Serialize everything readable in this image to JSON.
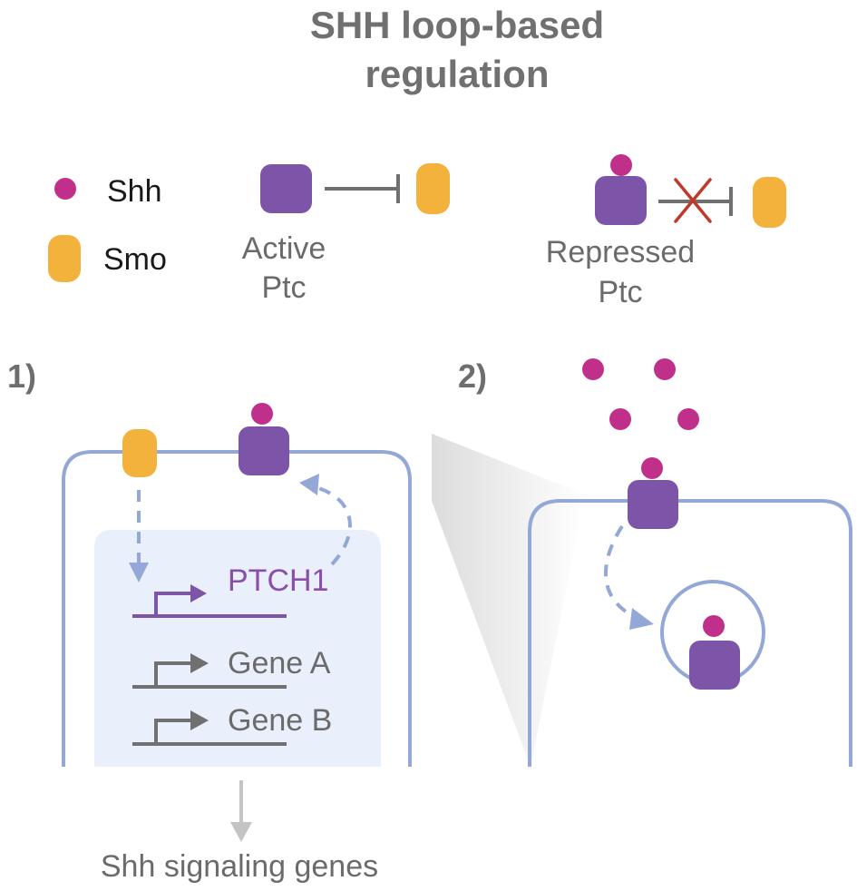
{
  "title": {
    "line1": "SHH loop-based",
    "line2": "regulation"
  },
  "legend": {
    "shh_label": "Shh",
    "smo_label": "Smo",
    "active_ptc_line1": "Active",
    "active_ptc_line2": "Ptc",
    "repressed_ptc_line1": "Repressed",
    "repressed_ptc_line2": "Ptc"
  },
  "panel1": {
    "number": "1)",
    "genes": [
      "PTCH1",
      "Gene A",
      "Gene B"
    ],
    "output_label": "Shh signaling genes"
  },
  "panel2": {
    "number": "2)"
  },
  "colors": {
    "shh": "#c0308a",
    "smo": "#f3b23c",
    "ptc": "#7d55a8",
    "membrane": "#93a8d6",
    "nucleus": "#e9f0fb",
    "inhibit_line": "#707070",
    "cross": "#c0392b",
    "gene_gray": "#707070",
    "ptch1": "#8a4fa8"
  }
}
